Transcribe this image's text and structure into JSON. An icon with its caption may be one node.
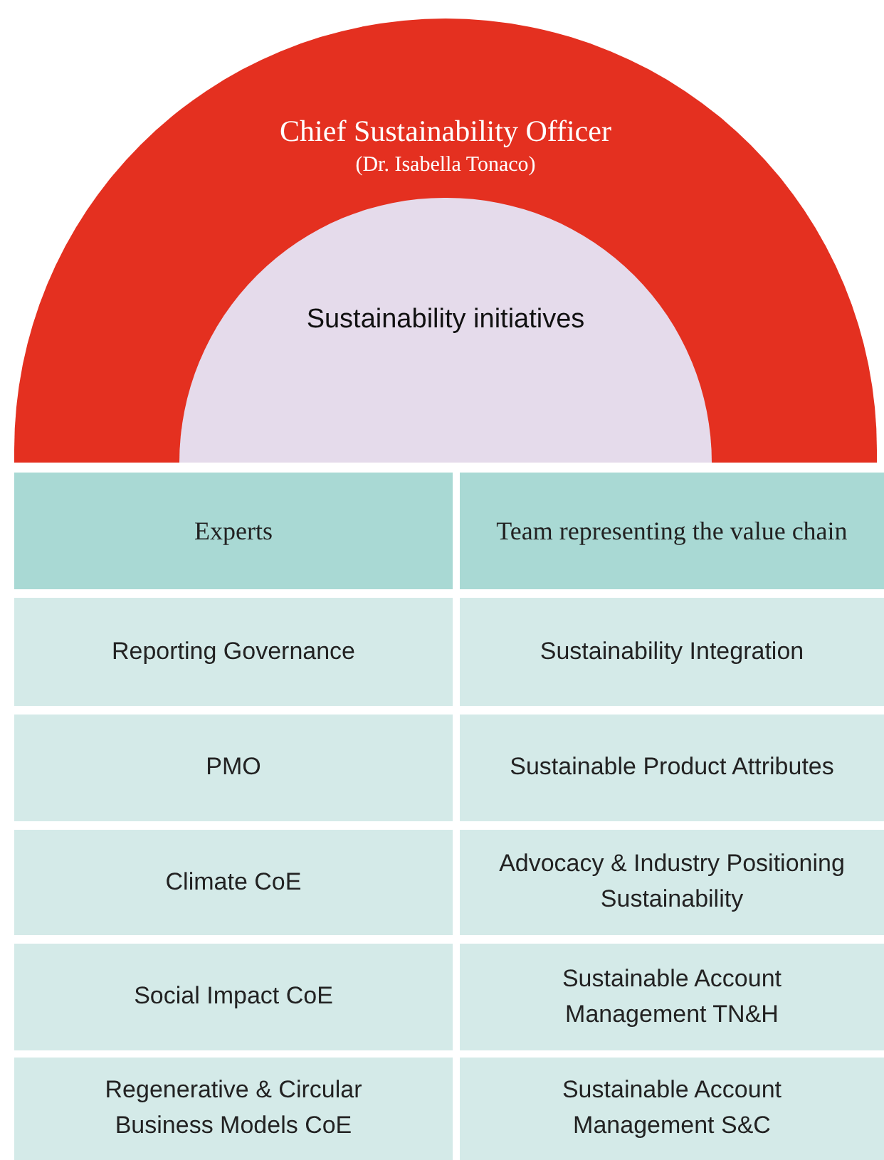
{
  "diagram": {
    "nodes": [
      {
        "text": [
          "Chief Sustainability Officer",
          "(Dr. Isabella Tonaco)"
        ]
      },
      {
        "text": [
          "Sustainability initiatives"
        ],
        "in": 0
      },
      {
        "text": [
          "Experts"
        ]
      },
      {
        "text": [
          "Team representing the value chain"
        ]
      },
      {
        "text": [
          "Reporting Governance"
        ]
      },
      {
        "text": [
          "Sustainability Integration"
        ]
      },
      {
        "text": [
          "PMO"
        ]
      },
      {
        "text": [
          "Sustainable Product Attributes"
        ]
      },
      {
        "text": [
          "Climate CoE"
        ]
      },
      {
        "text": [
          "Advocacy & Industry Positioning Sustainability"
        ]
      },
      {
        "text": [
          "Social Impact CoE"
        ]
      },
      {
        "text": [
          "Sustainable Account Management TN&H"
        ]
      },
      {
        "text": [
          "Regenerative & Circular Business Models CoE"
        ]
      },
      {
        "text": [
          "Sustainable Account Management S&C"
        ]
      }
    ]
  }
}
